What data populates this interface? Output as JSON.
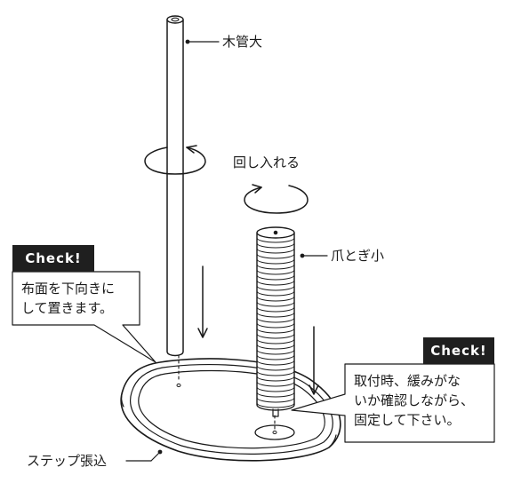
{
  "labels": {
    "pipe": "木管大",
    "rotate": "回し入れる",
    "claw": "爪とぎ小",
    "base": "ステップ張込"
  },
  "check_left": {
    "title": "Check!",
    "lines": [
      "布面を下向きに",
      "して置きます。"
    ]
  },
  "check_right": {
    "title": "Check!",
    "lines": [
      "取付時、緩みがな",
      "いか確認しながら、",
      "固定して下さい。"
    ]
  }
}
